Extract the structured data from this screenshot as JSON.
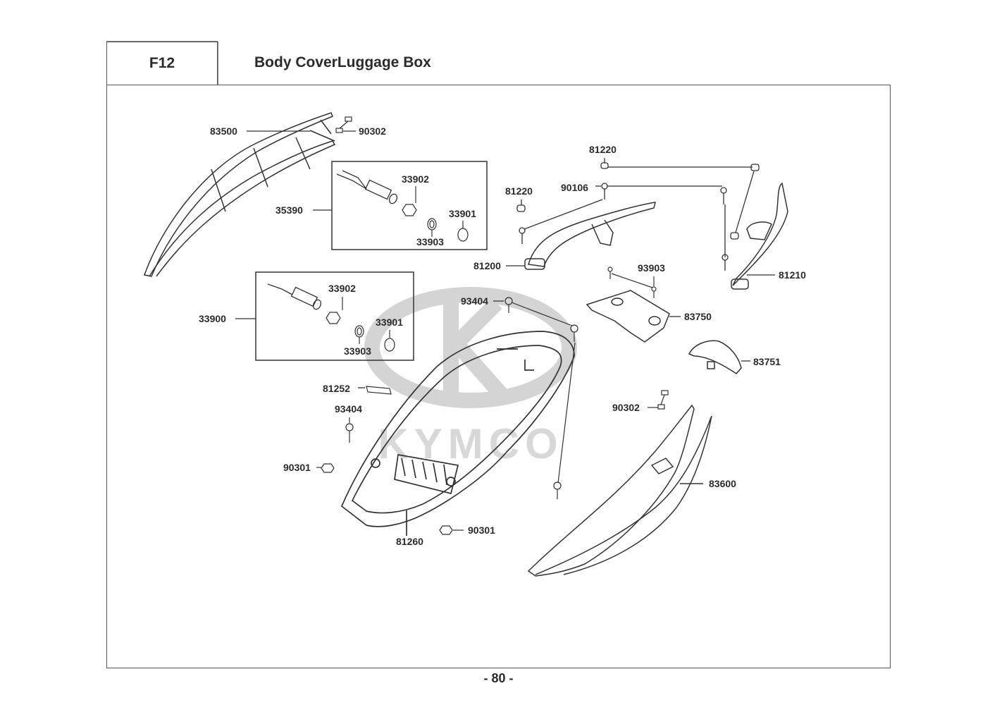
{
  "header": {
    "section_code": "F12",
    "title": "Body CoverLuggage Box"
  },
  "watermark": "KYMCO",
  "callouts": {
    "c83500": "83500",
    "c90302a": "90302",
    "c33902a": "33902",
    "c35390": "35390",
    "c33901a": "33901",
    "c33903a": "33903",
    "c33902b": "33902",
    "c33900": "33900",
    "c33901b": "33901",
    "c33903b": "33903",
    "c81220a": "81220",
    "c81220b": "81220",
    "c90106": "90106",
    "c81200": "81200",
    "c93903": "93903",
    "c81210": "81210",
    "c93404a": "93404",
    "c83750": "83750",
    "c83751": "83751",
    "c81252": "81252",
    "c93404b": "93404",
    "c90302b": "90302",
    "c90301a": "90301",
    "c83600": "83600",
    "c81260": "81260",
    "c90301b": "90301"
  },
  "kits": [
    {
      "code": "35390",
      "contents": [
        "33902",
        "33901",
        "33903"
      ]
    },
    {
      "code": "33900",
      "contents": [
        "33902",
        "33901",
        "33903"
      ]
    }
  ],
  "footer": {
    "page_number": "- 80 -"
  }
}
